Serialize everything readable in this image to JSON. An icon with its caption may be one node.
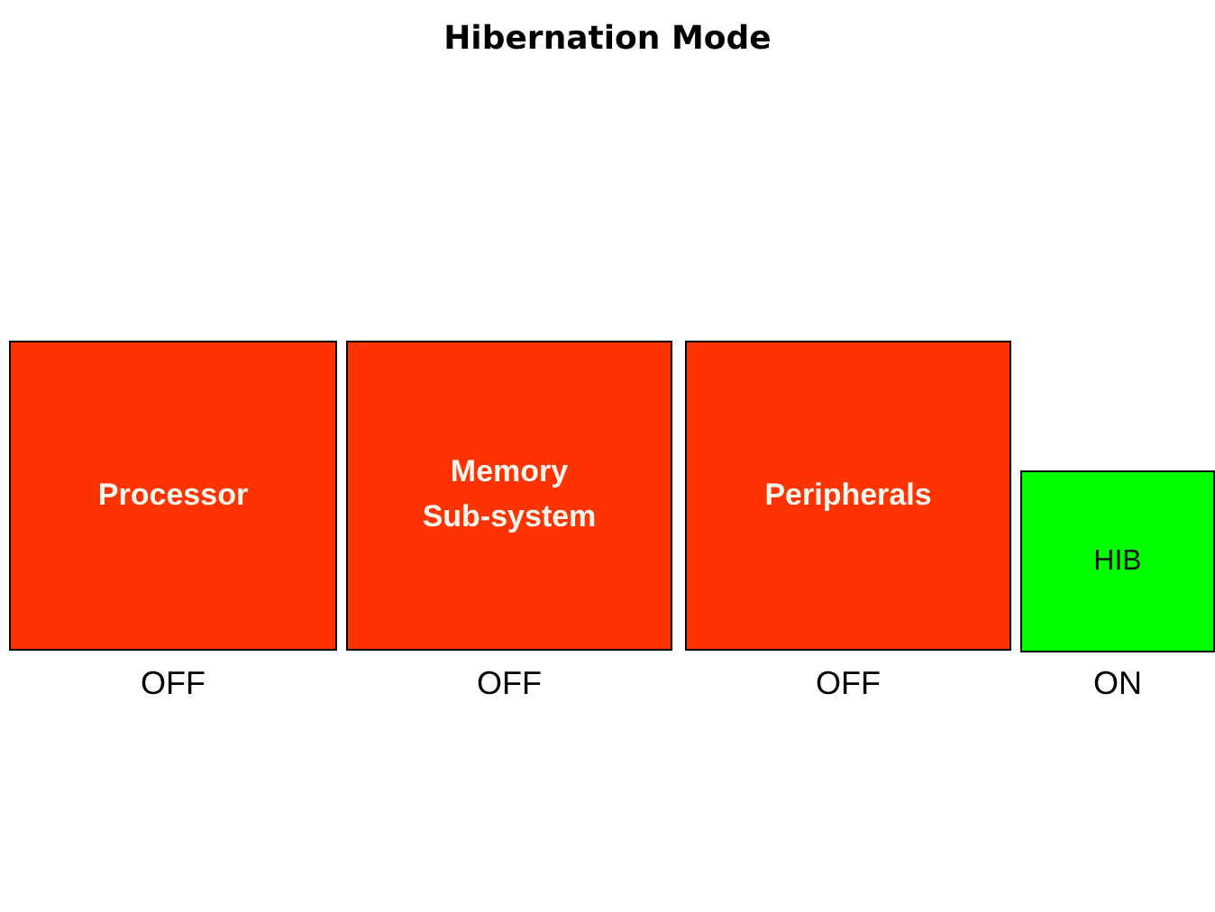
{
  "diagram": {
    "title": "Hibernation Mode",
    "nodes": [
      {
        "text": [
          "Processor"
        ],
        "beside": [
          "OFF"
        ]
      },
      {
        "text": [
          "Memory Sub-system"
        ],
        "beside": [
          "OFF"
        ]
      },
      {
        "text": [
          "Peripherals"
        ],
        "beside": [
          "OFF"
        ]
      },
      {
        "text": [
          "HIB"
        ],
        "beside": [
          "ON"
        ]
      }
    ]
  }
}
